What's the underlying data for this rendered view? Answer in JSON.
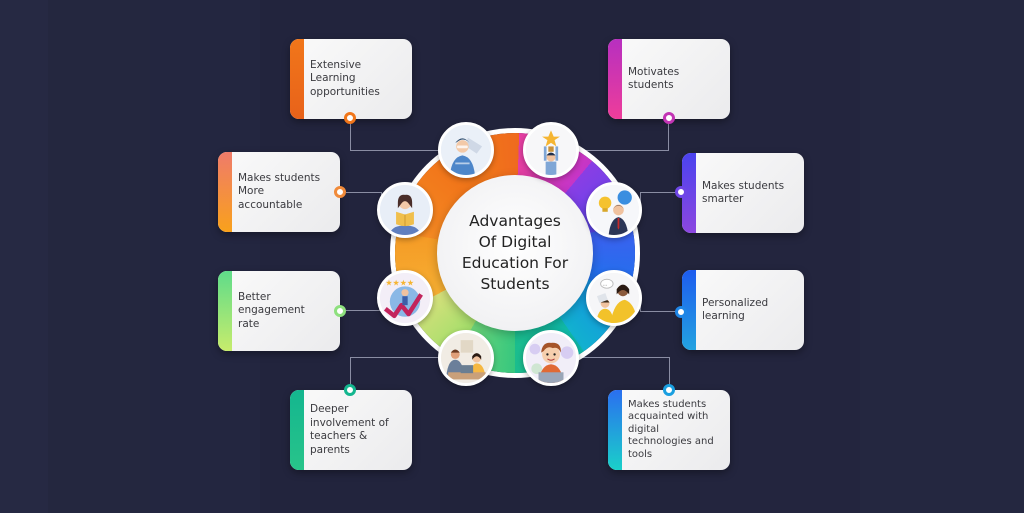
{
  "center": {
    "title": "Advantages\nOf Digital\nEducation For\nStudents"
  },
  "advantages": [
    {
      "label": "Extensive\nLearning\nopportunities",
      "color": "#f1761a",
      "color2": "#e8621a",
      "side": "left",
      "icon": "teacher-laptop-icon"
    },
    {
      "label": "Makes students\nMore\naccountable",
      "color": "#ef7b6a",
      "color2": "#f9a11c",
      "side": "left",
      "icon": "reading-student-icon"
    },
    {
      "label": "Better\nengagement\nrate",
      "color": "#5fdc8a",
      "color2": "#c7ec6c",
      "side": "left",
      "icon": "rating-stars-icon"
    },
    {
      "label": "Deeper\ninvolvement of\nteachers &\nparents",
      "color": "#14b68f",
      "color2": "#28c48a",
      "side": "left",
      "icon": "parent-teacher-meeting-icon"
    },
    {
      "label": "Motivates\nstudents",
      "color": "#b72fc0",
      "color2": "#ee3d9a",
      "side": "right",
      "icon": "trophy-student-icon"
    },
    {
      "label": "Makes students\nsmarter",
      "color": "#4b43ee",
      "color2": "#8c47e0",
      "side": "right",
      "icon": "idea-bulb-student-icon"
    },
    {
      "label": "Personalized\nlearning",
      "color": "#1e5cef",
      "color2": "#23a3e0",
      "side": "right",
      "icon": "tutor-child-icon"
    },
    {
      "label": "Makes students\nacquainted with\ndigital\ntechnologies and\ntools",
      "color": "#2a6ff0",
      "color2": "#1ad0c9",
      "side": "right",
      "icon": "boy-laptop-icon"
    }
  ],
  "colors": {
    "background": "#24263f",
    "connector": "#8a8da3",
    "card": "#f3f3f4",
    "text": "#3a3a3f"
  }
}
